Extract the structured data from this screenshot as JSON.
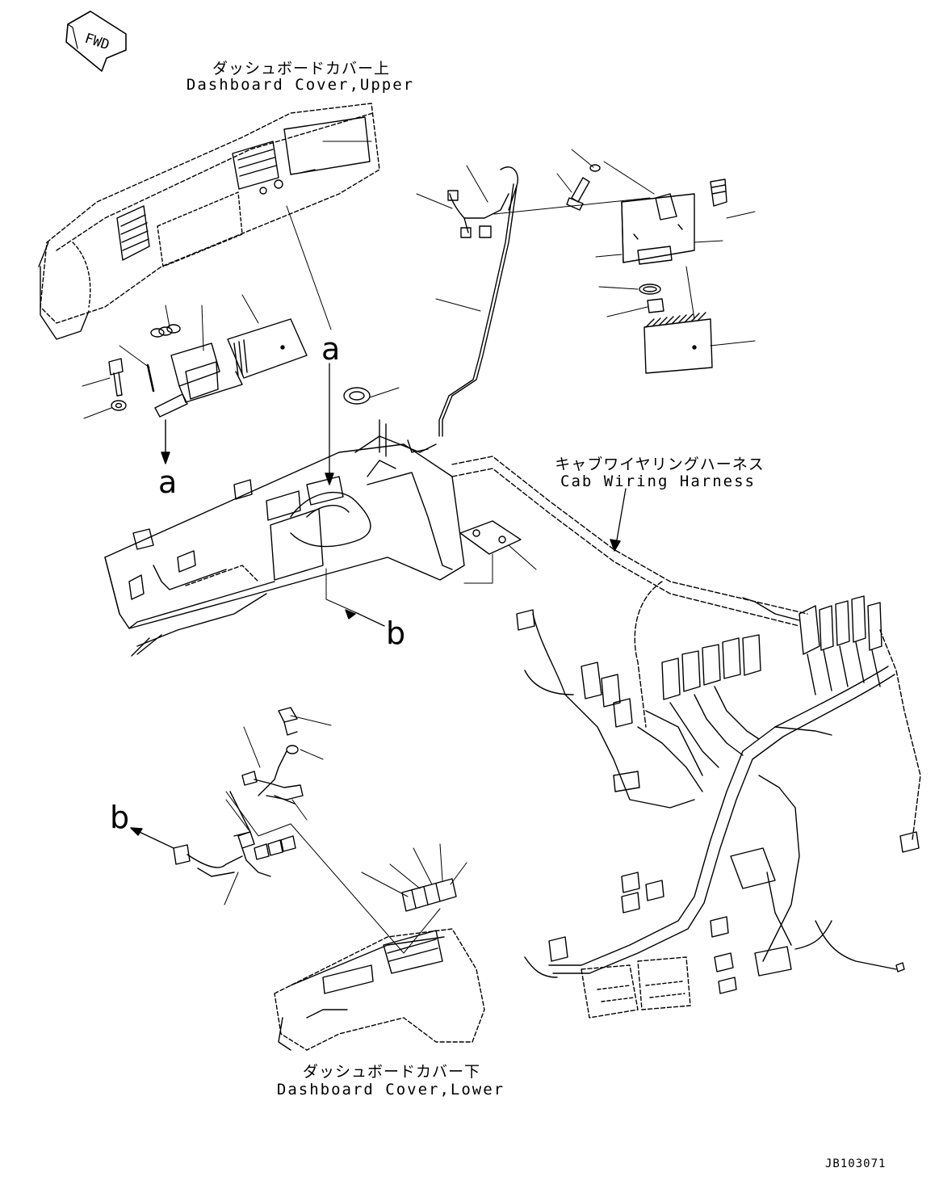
{
  "fwd_label": "FWD",
  "labels": {
    "upper_cover_jp": "ダッシュボードカバー上",
    "upper_cover_en": "Dashboard Cover,Upper",
    "harness_jp": "キャブワイヤリングハーネス",
    "harness_en": "Cab Wiring Harness",
    "lower_cover_jp": "ダッシュボードカバー下",
    "lower_cover_en": "Dashboard Cover,Lower"
  },
  "reference_letters": {
    "a1": "a",
    "a2": "a",
    "b1": "b",
    "b2": "b"
  },
  "drawing_code": "JB103071"
}
